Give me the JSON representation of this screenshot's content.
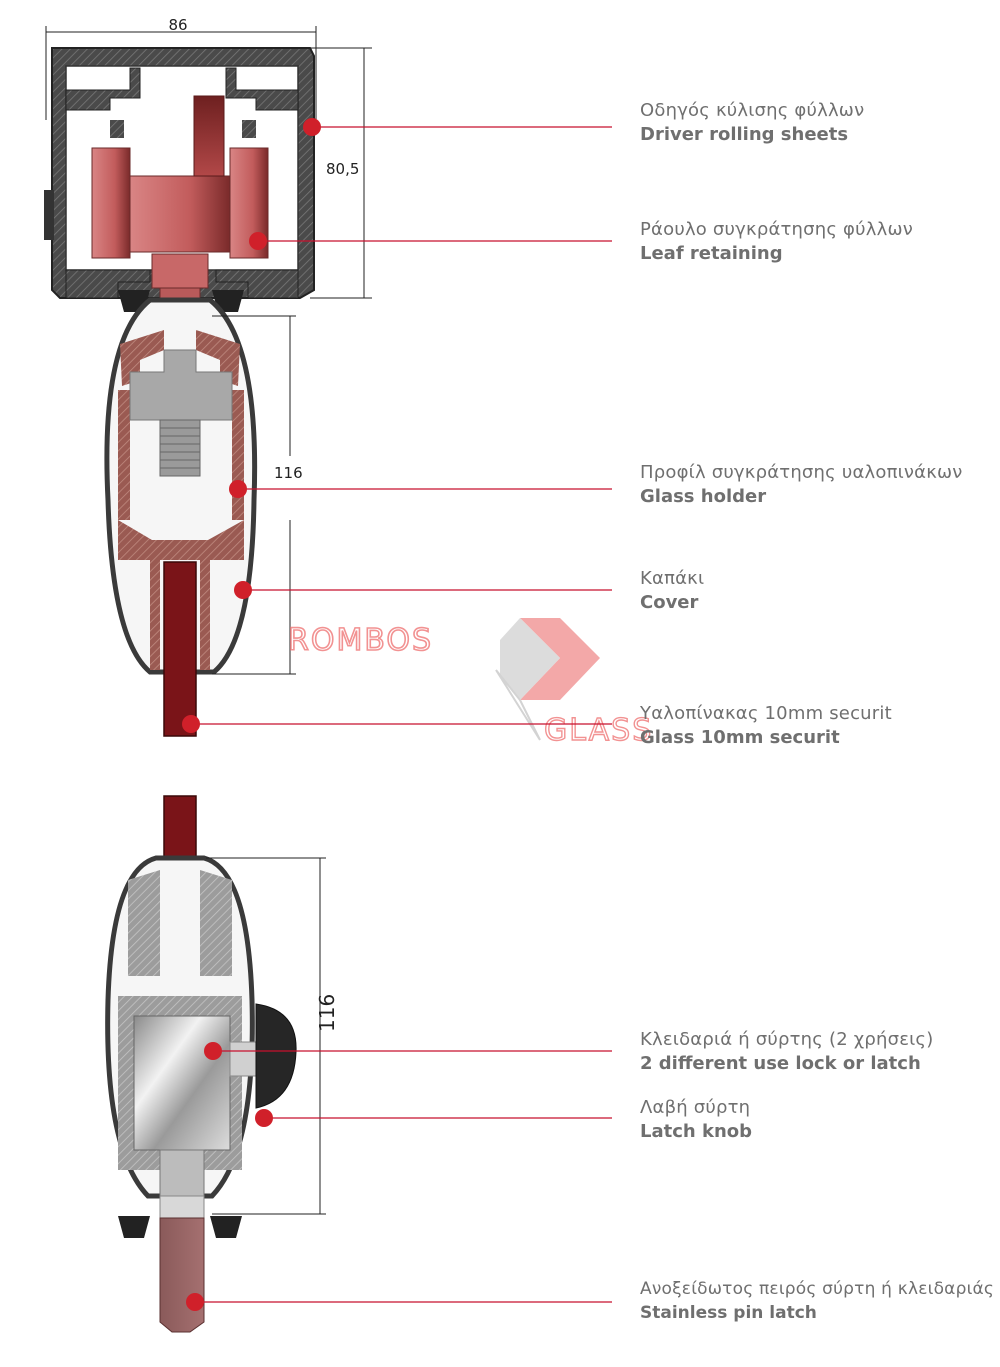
{
  "dimensions": {
    "top_width": "86",
    "top_height": "80,5",
    "holder_height": "116",
    "lower_height": "116"
  },
  "watermark": {
    "line1": "ROMBOS",
    "line2": "GLASS"
  },
  "callouts": [
    {
      "id": "driver",
      "greek": "Οδηγός κύλισης φύλλων",
      "english": "Driver rolling sheets"
    },
    {
      "id": "leaf",
      "greek": "Ράουλο συγκράτησης φύλλων",
      "english": "Leaf retaining"
    },
    {
      "id": "holder",
      "greek": "Προφίλ συγκράτησης υαλοπινάκων",
      "english": "Glass holder"
    },
    {
      "id": "cover",
      "greek": "Καπάκι",
      "english": "Cover"
    },
    {
      "id": "glass",
      "greek": "Υαλοπίνακας 10mm securit",
      "english": "Glass 10mm securit"
    },
    {
      "id": "lock",
      "greek": "Κλειδαριά ή σύρτης (2 χρήσεις)",
      "english": "2 different use lock or latch"
    },
    {
      "id": "knob",
      "greek": "Λαβή σύρτη",
      "english": "Latch knob"
    },
    {
      "id": "pin",
      "greek": "Ανοξείδωτος πειρός σύρτη ή κλειδαριάς",
      "english": "Stainless pin latch"
    }
  ],
  "colors": {
    "callout_line": "#c8102e",
    "callout_dot": "#d0202a",
    "aluminium_dark": "#3c3c3c",
    "aluminium_grey": "#a9a9a9",
    "roller_red": "#c96a6a",
    "glass_red": "#7a1418",
    "watermark_red": "#f08080"
  }
}
